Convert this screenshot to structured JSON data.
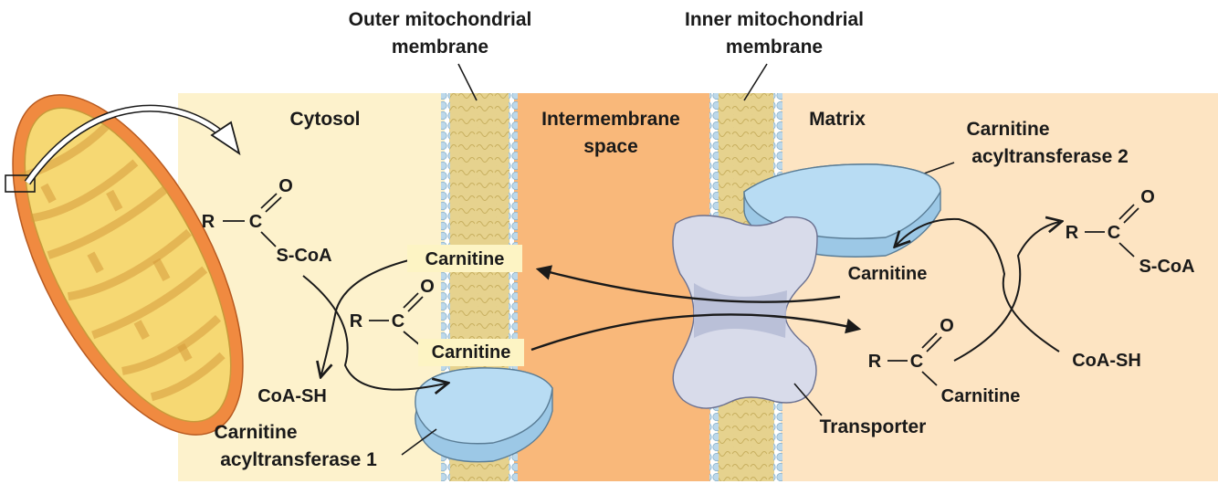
{
  "labels": {
    "outer_membrane": [
      "Outer mitochondrial",
      "membrane"
    ],
    "inner_membrane": [
      "Inner mitochondrial",
      "membrane"
    ],
    "cytosol": "Cytosol",
    "intermembrane": [
      "Intermembrane",
      "space"
    ],
    "matrix": "Matrix",
    "cat2": [
      "Carnitine",
      "acyltransferase 2"
    ],
    "cat1": [
      "Carnitine",
      "acyltransferase 1"
    ],
    "transporter": "Transporter"
  },
  "chem": {
    "R": "R",
    "C": "C",
    "O": "O",
    "S_CoA": "S-CoA",
    "CoA_SH": "CoA-SH",
    "carnitine": "Carnitine"
  },
  "colors": {
    "cytosol": "#fdf2cc",
    "intermembrane": "#f9b87a",
    "matrix": "#fde4c2",
    "membrane_core": "#e4d08a",
    "head_group": "#bcd8ea",
    "protein": "#b8dcf3",
    "transporter": "#d8dbea",
    "mito_outer": "#f08a40",
    "mito_inner": "#f6d873"
  }
}
